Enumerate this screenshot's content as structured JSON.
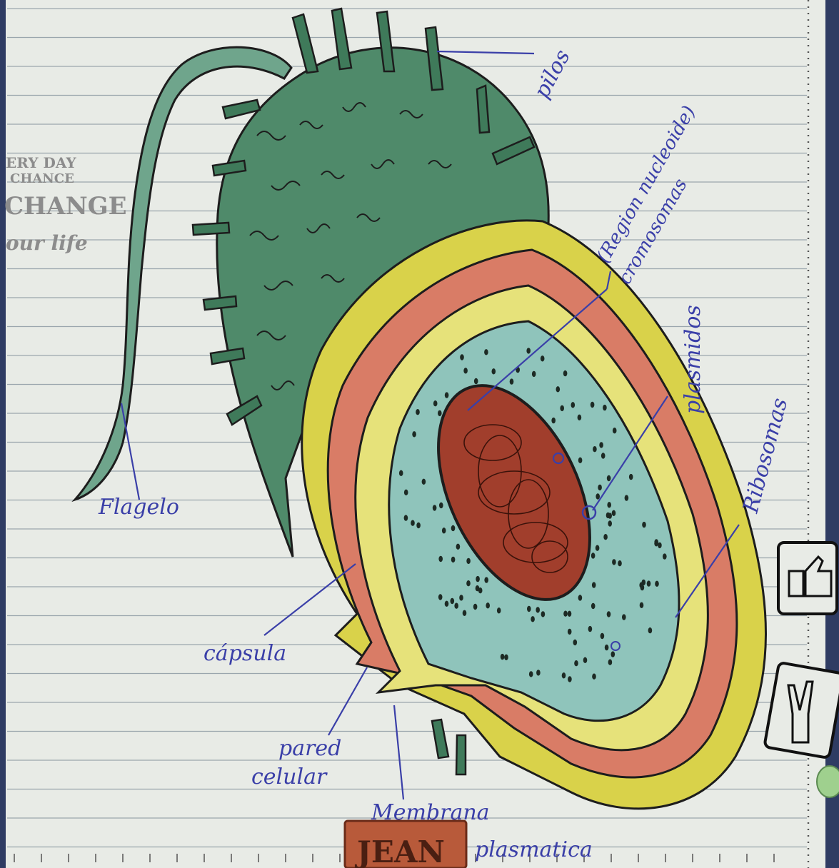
{
  "diagram": {
    "labels": {
      "pilos": "pilos",
      "region_nucleoide": "(Region nucleoide)",
      "cromosomas": "cromosomas",
      "plasmidos": "plasmidos",
      "ribosomas": "Ribosomas",
      "flagelo": "Flagelo",
      "capsula": "cápsula",
      "pared_line1": "pared",
      "pared_line2": "celular",
      "membrana_line1": "Membrana",
      "membrana_line2": "plasmatica"
    }
  },
  "sticker": {
    "line1": "ERY DAY",
    "line2": "CHANCE",
    "line3": "CHANGE",
    "line4": "our life"
  },
  "patch": {
    "text": "JEAN"
  },
  "colors": {
    "paper": "#e8ebe6",
    "rule_line": "#9aa6ad",
    "margin_dots": "#555555",
    "ink_blue": "#3a3fa8",
    "cell_green": "#4f8a6a",
    "cytoplasm": "#8fc4bb",
    "capsule_yellow": "#d9d24a",
    "wall_red": "#d97c66",
    "nucleoid": "#a13e2c",
    "denim": "#2f3c63"
  }
}
